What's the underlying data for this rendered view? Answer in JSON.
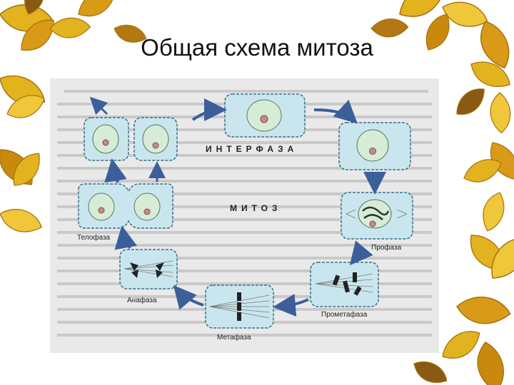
{
  "slide": {
    "title": "Общая схема митоза"
  },
  "diagram": {
    "center_top": "ИНТЕРФАЗА",
    "center_mid": "МИТОЗ",
    "stages": [
      {
        "id": "prophase",
        "label": "Профаза"
      },
      {
        "id": "prometaphase",
        "label": "Прометафаза"
      },
      {
        "id": "metaphase",
        "label": "Метафаза"
      },
      {
        "id": "anaphase",
        "label": "Анафаза"
      },
      {
        "id": "telophase",
        "label": "Телофаза"
      }
    ]
  },
  "colors": {
    "cell_fill": "#c9e6ef",
    "cell_stroke": "#3a6f88",
    "nucleus_fill": "#d6ecd6",
    "nucleolus": "#c98a86",
    "arrow": "#3b5f9a",
    "background_page": "#eeeeee",
    "leaf_gold": "#e3b21f",
    "leaf_dark": "#8a5a12"
  }
}
